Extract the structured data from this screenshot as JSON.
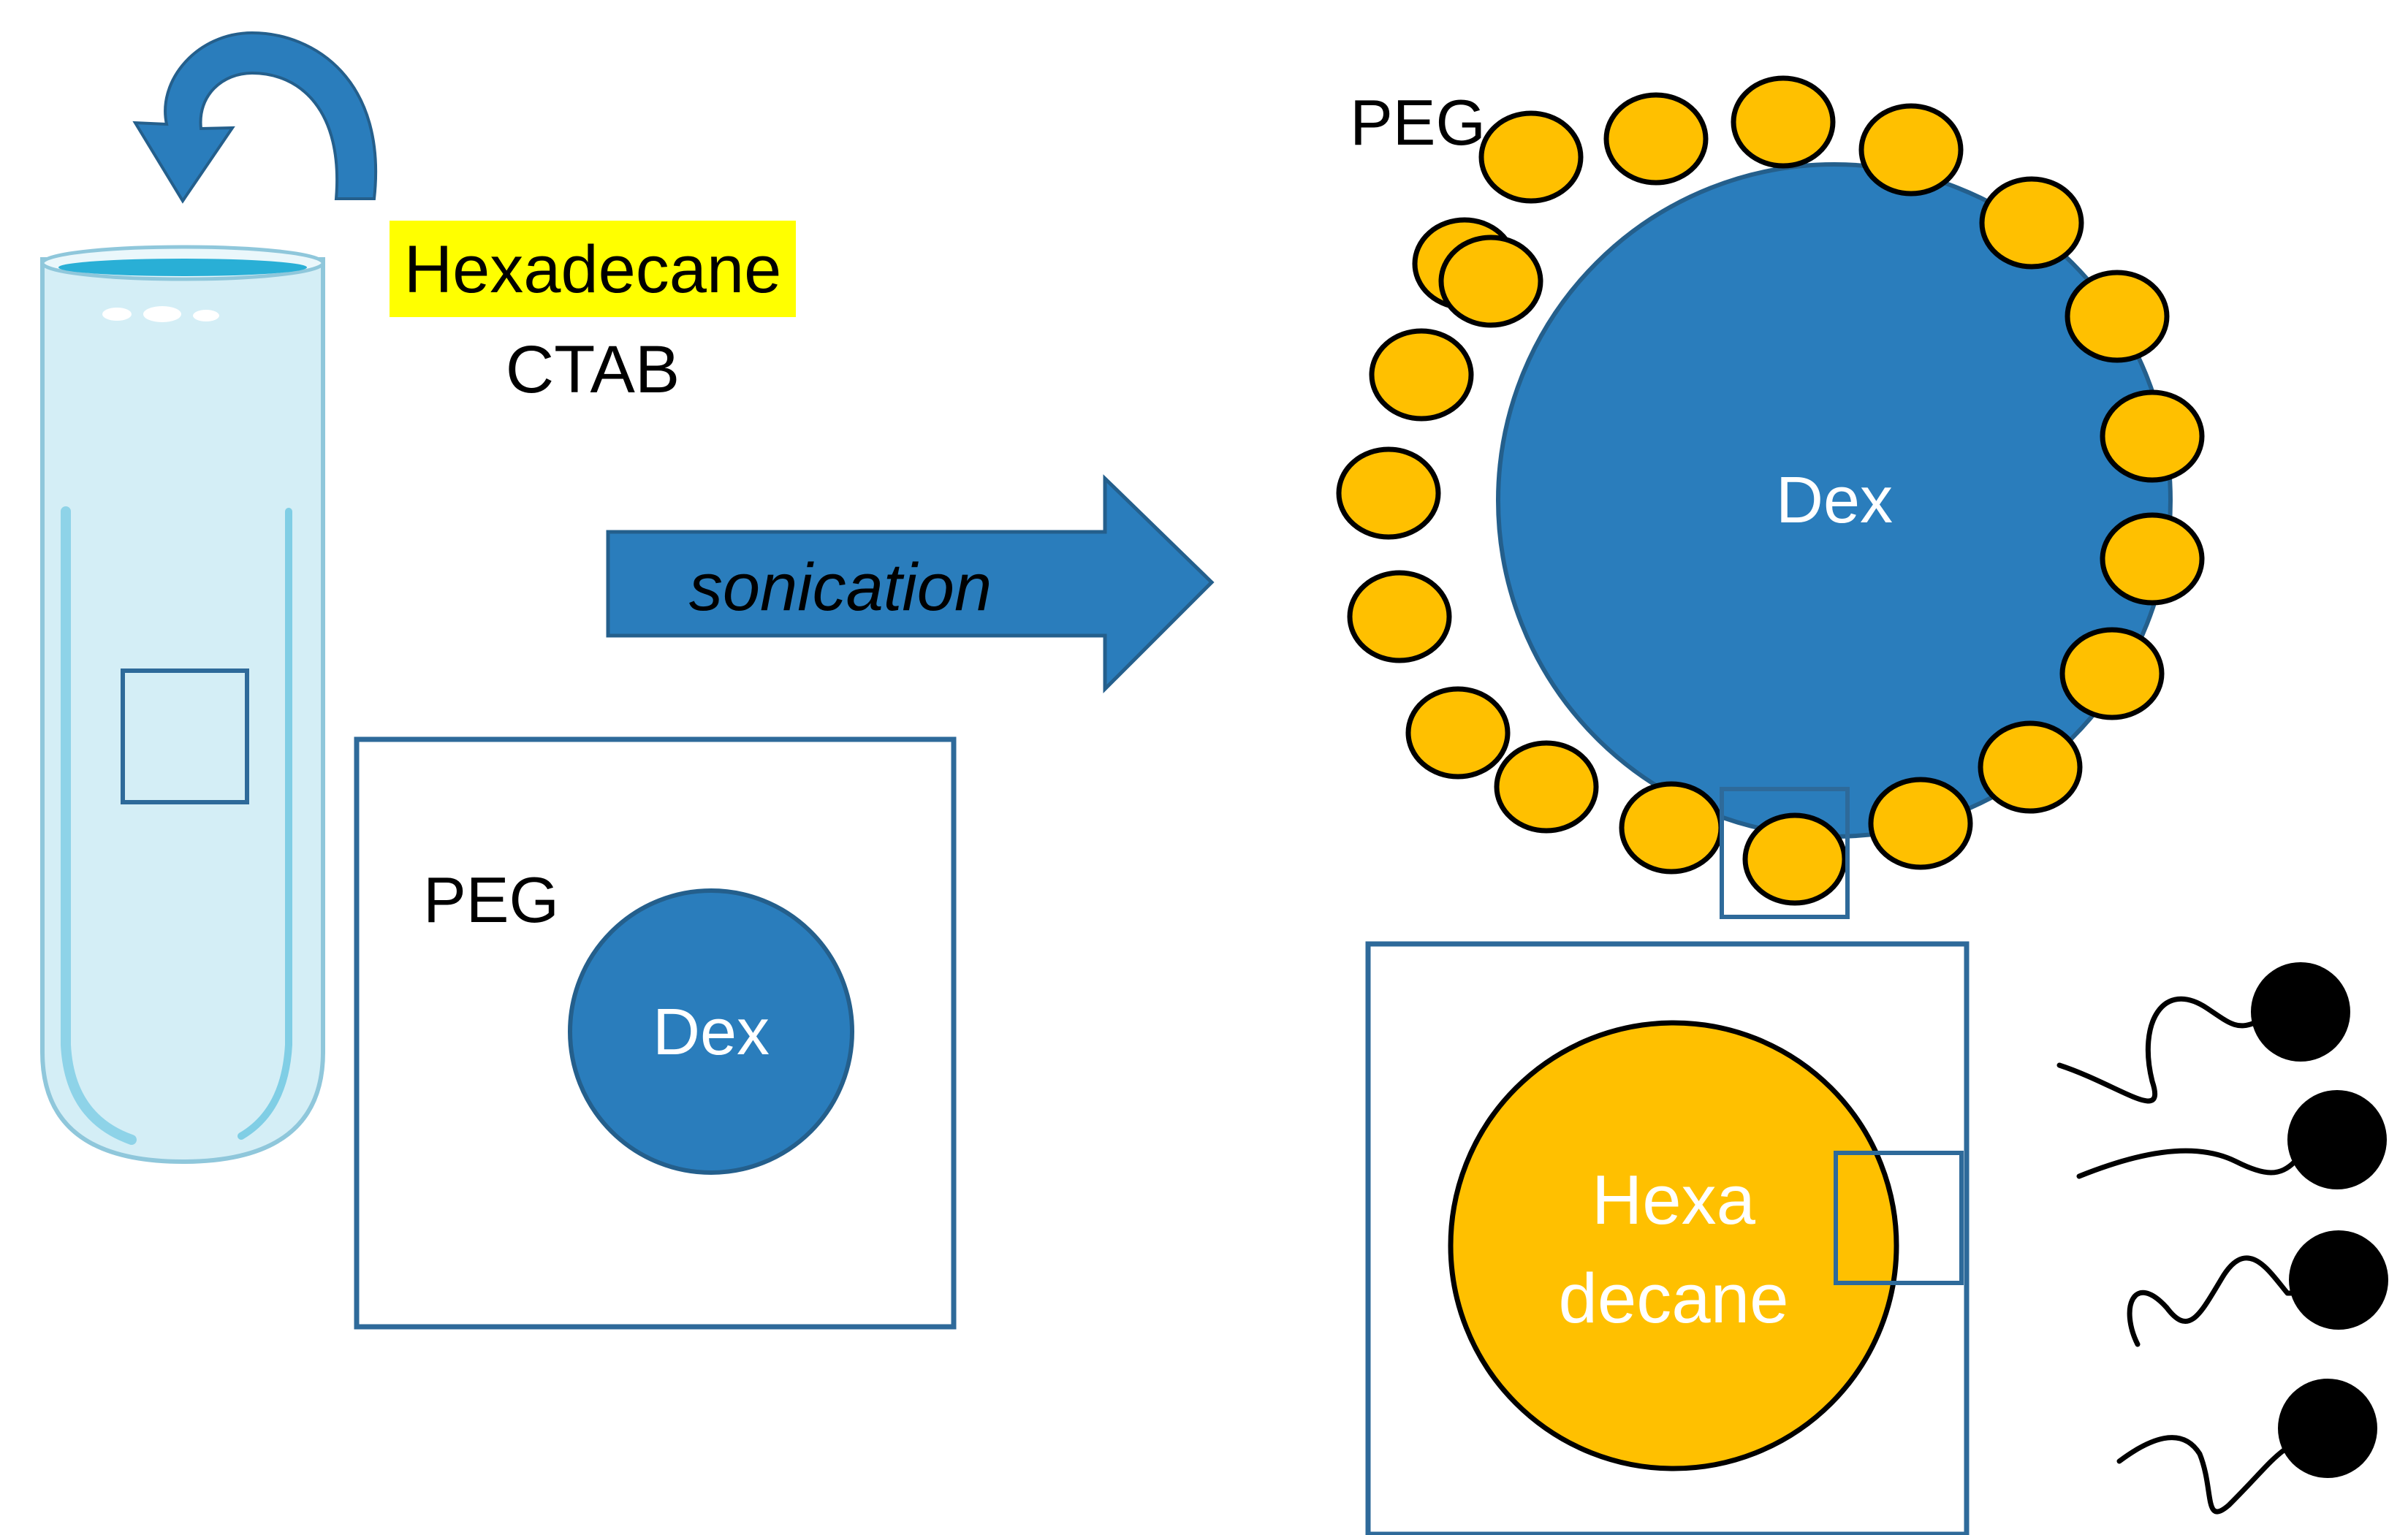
{
  "tube": {
    "label_highlighted": "Hexadecane",
    "label_plain": "CTAB"
  },
  "process": {
    "arrow_label": "sonication"
  },
  "inset_small": {
    "outer_phase": "PEG",
    "droplet": "Dex"
  },
  "pickering": {
    "outer_phase": "PEG",
    "core": "Dex"
  },
  "inset_hexadecane": {
    "line1": "Hexa",
    "line2": "decane"
  },
  "colors": {
    "blue": "#2A7DBC",
    "blue_dark": "#245F8C",
    "inset_border": "#2E6A9A",
    "orange": "#FFC000",
    "highlight": "#FFFF00",
    "black": "#000000",
    "tube_fill": "#D4EEF6",
    "tube_edge": "#8FC7DB",
    "tube_water": "#29AFD6"
  },
  "icons": [
    "curved-arrow-icon",
    "test-tube-icon",
    "right-arrow-icon",
    "surfactant-molecule-icon"
  ]
}
